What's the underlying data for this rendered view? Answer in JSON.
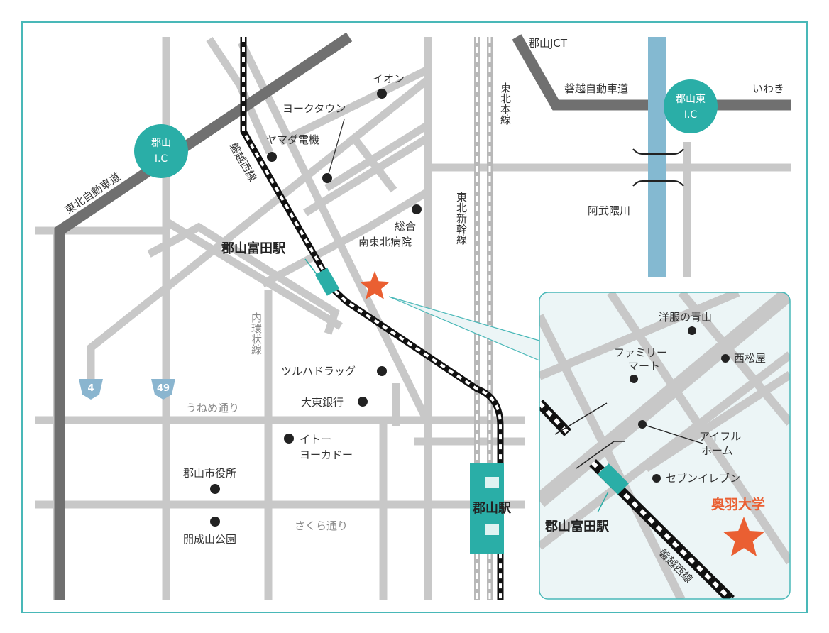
{
  "colors": {
    "frame": "#49b8b8",
    "road": "#c8c8c8",
    "expressway": "#707070",
    "river": "#84b9d1",
    "teal": "#2aaea7",
    "star": "#ea5f32",
    "inset_bg": "#ecf5f6",
    "rail_black": "#111111"
  },
  "interchanges": {
    "koriyama_ic": {
      "line1": "郡山",
      "line2": "I.C"
    },
    "koriyama_higashi_ic": {
      "line1": "郡山東",
      "line2": "I.C"
    }
  },
  "expressways": {
    "tohoku": "東北自動車道",
    "banetsu": "磐越自動車道",
    "jct": "郡山JCT",
    "iwaki": "いわき"
  },
  "rail_lines": {
    "tohoku_main": "東北本線",
    "tohoku_shinkansen": "東北新幹線",
    "banetsu_west": "磐越西線"
  },
  "streets": {
    "naikan": "内環状線",
    "uneme": "うねめ通り",
    "sakura": "さくら通り"
  },
  "river": "阿武隈川",
  "route_shields": {
    "r4": "4",
    "r49": "49"
  },
  "stations": {
    "koriyama_tomita": "郡山富田駅",
    "koriyama": "郡山駅"
  },
  "landmarks": {
    "aeon": "イオン",
    "yorktown": "ヨークタウン",
    "yamada": "ヤマダ電機",
    "hospital_line1": "総合",
    "hospital_line2": "南東北病院",
    "tsuruha": "ツルハドラッグ",
    "daito": "大東銀行",
    "ito_line1": "イトー",
    "ito_line2": "ヨーカドー",
    "city_hall": "郡山市役所",
    "kaiseizan": "開成山公園"
  },
  "inset": {
    "aoyama": "洋服の青山",
    "nishimatsuya": "西松屋",
    "familymart_line1": "ファミリー",
    "familymart_line2": "マート",
    "aiful_line1": "アイフル",
    "aiful_line2": "ホーム",
    "seven": "セブンイレブン",
    "university": "奥羽大学",
    "station": "郡山富田駅",
    "line": "磐越西線"
  }
}
